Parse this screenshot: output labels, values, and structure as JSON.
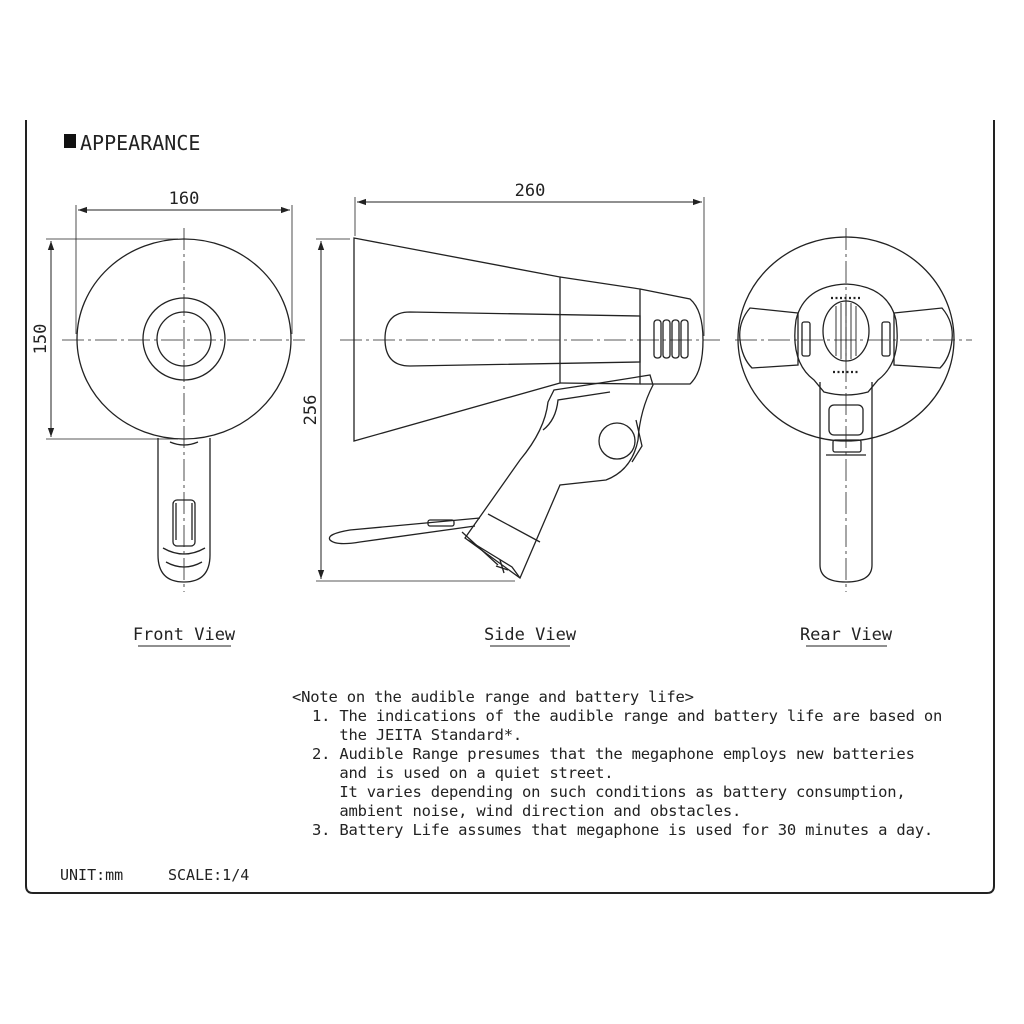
{
  "heading": "APPEARANCE",
  "dimensions": {
    "front_width": "160",
    "front_height": "150",
    "side_length": "260",
    "side_height": "256"
  },
  "views": {
    "front": "Front View",
    "side": "Side View",
    "rear": "Rear View"
  },
  "note": {
    "title": "<Note on the audible range and battery life>",
    "lines": [
      "1. The indications of the audible range and battery life are based on",
      "   the JEITA Standard*.",
      "2. Audible Range presumes that the megaphone employs new batteries",
      "   and is used on a quiet street.",
      "   It varies depending on such conditions as battery consumption,",
      "   ambient noise, wind direction and obstacles.",
      "3. Battery Life assumes that megaphone is used for 30 minutes a day."
    ]
  },
  "footer": {
    "unit": "UNIT:mm",
    "scale": "SCALE:1/4"
  }
}
